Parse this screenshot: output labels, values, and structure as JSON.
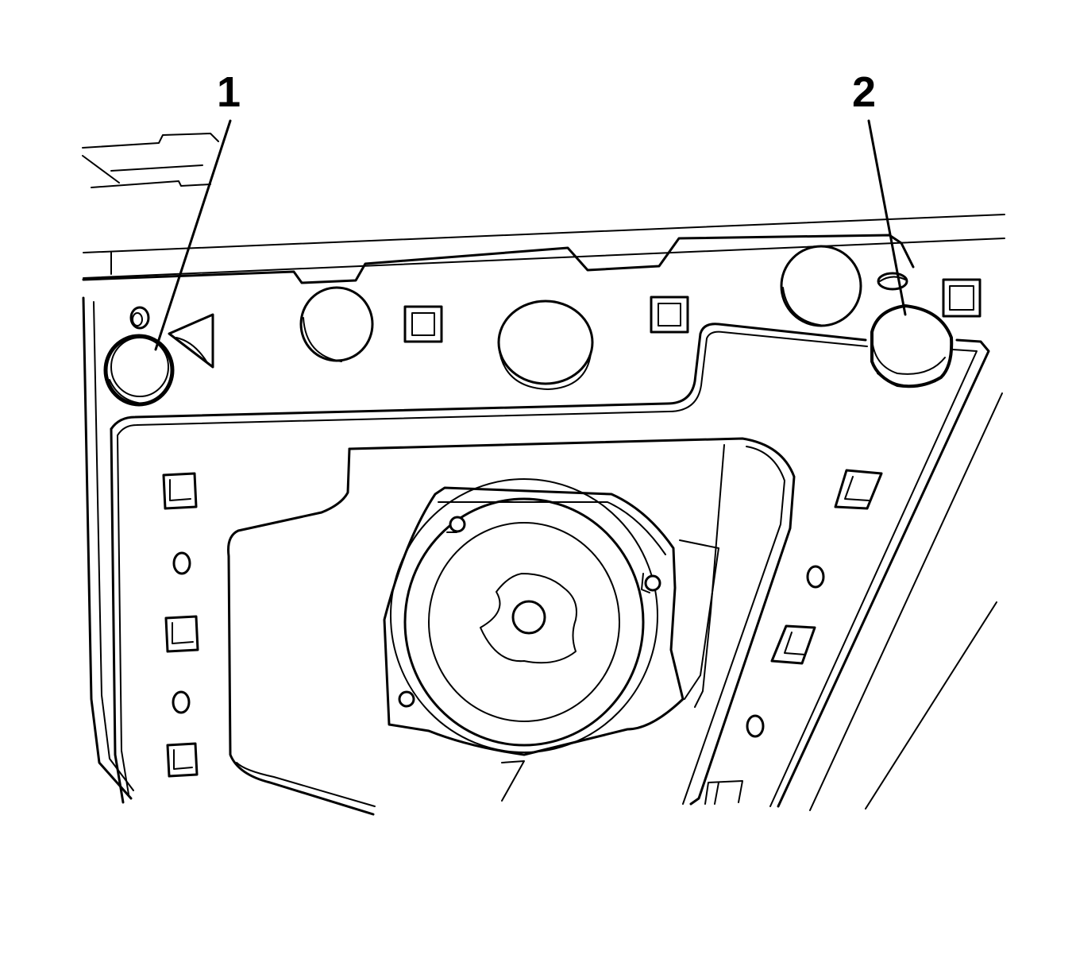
{
  "callouts": [
    {
      "label": "1",
      "target": "fastener-left"
    },
    {
      "label": "2",
      "target": "fastener-right"
    }
  ],
  "colors": {
    "line": "#000000",
    "background": "#ffffff"
  }
}
